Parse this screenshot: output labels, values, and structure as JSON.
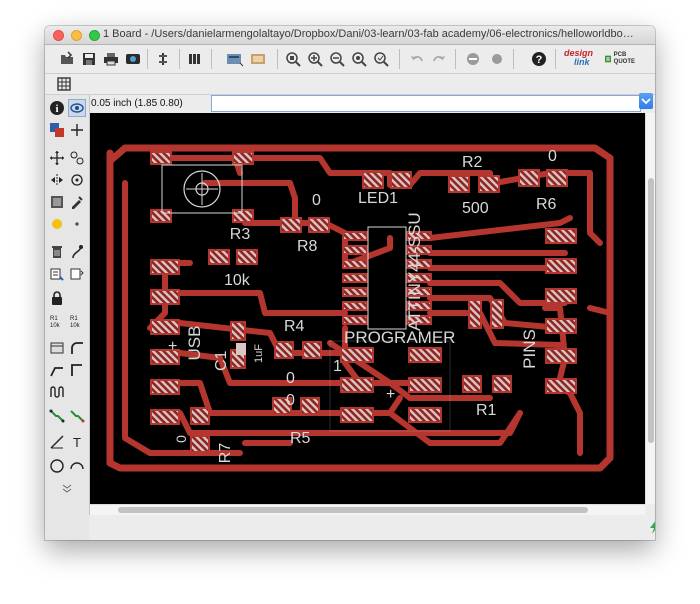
{
  "window": {
    "title": "1 Board - /Users/danielarmengolaltayo/Dropbox/Dani/03-learn/03-fab academy/06-electronics/helloworldbo…"
  },
  "toolbar": {
    "buttons": [
      "open-icon",
      "save-icon",
      "print-icon",
      "cam-icon",
      "script-icon",
      "lib-icon",
      "board-switch-icon",
      "sheet-icon",
      "zoom-fit-icon",
      "zoom-in-icon",
      "zoom-out-icon",
      "zoom-redraw-icon",
      "zoom-select-icon",
      "undo-icon",
      "redo-icon",
      "stop-icon",
      "go-icon",
      "help-icon"
    ],
    "logo_design_line1": "design",
    "logo_design_line2": "link",
    "logo_pcb_line1": "PCB",
    "logo_pcb_line2": "QUOTE"
  },
  "command": {
    "coordinates": "0.05 inch (1.85 0.80)",
    "value": ""
  },
  "board": {
    "labels": {
      "led": "LED1",
      "r2": "R2",
      "r2_value": "500",
      "r6": "R6",
      "r6_value": "0",
      "r8": "R8",
      "r8_value": "0",
      "r3": "R3",
      "r3_value": "10k",
      "ic": "ATTINY44-SSU",
      "usb": "USB",
      "programmer": "PROGRAMER",
      "pins": "PINS",
      "r4": "R4",
      "c1": "C1",
      "c1_value": "1uF",
      "r5": "R5",
      "r5_value": "0",
      "r1": "R1",
      "r1_value": "1",
      "r7": "R7",
      "r7_value": "0",
      "r4_value": "0",
      "plus_usb": "+",
      "plus_ic": "+"
    },
    "colors": {
      "background": "#000000",
      "copper": "#b5352f",
      "copper_dark": "#8f2521",
      "pad_fill": "#d9c6c6",
      "silk": "#d8d8d8"
    }
  },
  "sidebar": {
    "tools": [
      "info-icon",
      "show-icon",
      "display-layers-icon",
      "mark-icon",
      "move-icon",
      "copy-icon",
      "mirror-icon",
      "rotate-icon",
      "group-icon",
      "change-icon",
      "paste-icon",
      "delete-icon",
      "add-icon",
      "name-icon",
      "lock-icon",
      "value-icon",
      "smash-icon",
      "miter-icon",
      "split-icon",
      "optimize-icon",
      "route-icon",
      "ripup-icon",
      "wire-icon",
      "text-icon",
      "circle-icon",
      "arc-icon"
    ]
  }
}
